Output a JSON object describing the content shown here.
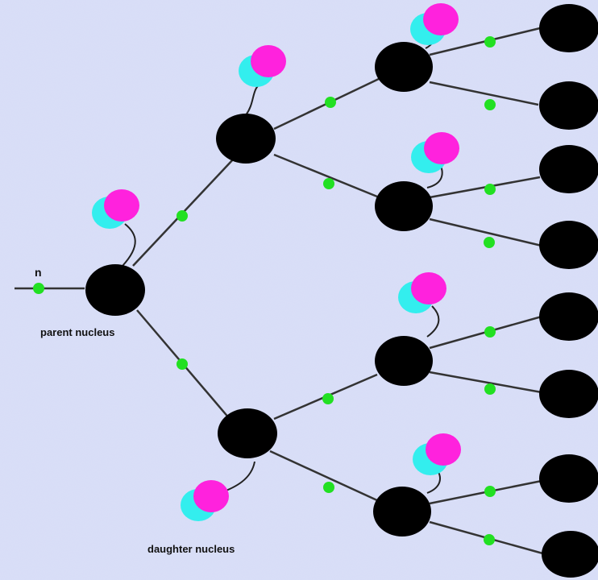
{
  "labels": {
    "neutron": "n",
    "parent": "parent nucleus",
    "daughter": "daughter nucleus"
  },
  "colors": {
    "background": "#d7dcf6",
    "nucleus": "#000000",
    "neutron": "#22e022",
    "fragment_a": "#ff22dd",
    "fragment_b": "#33eeee",
    "line": "#333333"
  }
}
